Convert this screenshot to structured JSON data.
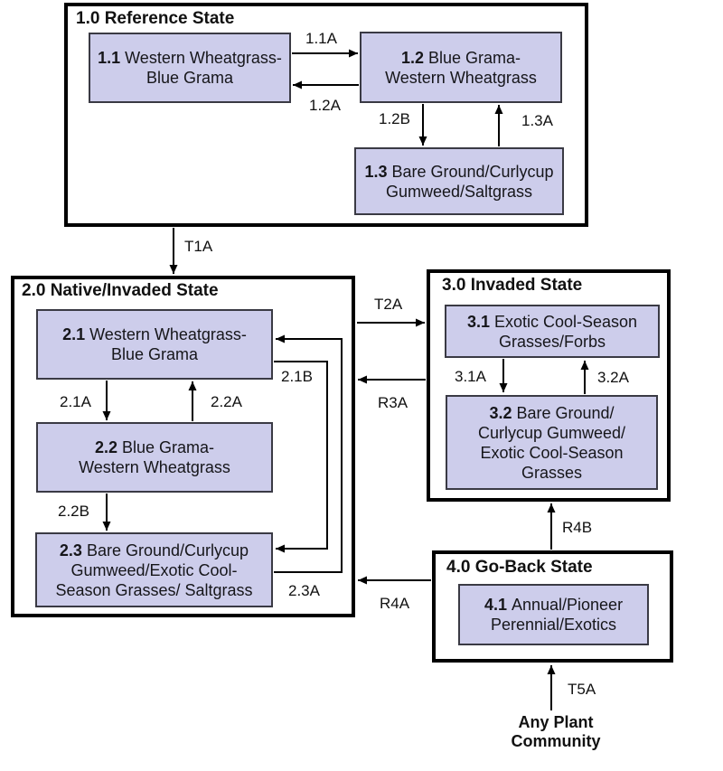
{
  "colors": {
    "community_fill": "#cdcdeb",
    "line": "#000000"
  },
  "states": [
    {
      "title": "1.0 Reference State"
    },
    {
      "title": "2.0 Native/Invaded State"
    },
    {
      "title": "3.0 Invaded State"
    },
    {
      "title": "4.0 Go-Back State"
    }
  ],
  "communities": {
    "c11": {
      "code": "1.1",
      "name": "Western Wheatgrass-\nBlue Grama"
    },
    "c12": {
      "code": "1.2",
      "name": "Blue Grama-\nWestern Wheatgrass"
    },
    "c13": {
      "code": "1.3",
      "name": "Bare Ground/Curlycup\nGumweed/Saltgrass"
    },
    "c21": {
      "code": "2.1",
      "name": "Western Wheatgrass-\nBlue Grama"
    },
    "c22": {
      "code": "2.2",
      "name": "Blue Grama-\nWestern Wheatgrass"
    },
    "c23": {
      "code": "2.3",
      "name": "Bare Ground/Curlycup\nGumweed/Exotic Cool-\nSeason Grasses/ Saltgrass"
    },
    "c31": {
      "code": "3.1",
      "name": "Exotic Cool-Season\nGrasses/Forbs"
    },
    "c32": {
      "code": "3.2",
      "name": "Bare Ground/\nCurlycup Gumweed/\nExotic Cool-Season\nGrasses"
    },
    "c41": {
      "code": "4.1",
      "name": "Annual/Pioneer\nPerennial/Exotics"
    }
  },
  "transitions": {
    "a11": "1.1A",
    "a12": "1.2A",
    "b12": "1.2B",
    "a13": "1.3A",
    "t1a": "T1A",
    "a21": "2.1A",
    "a22": "2.2A",
    "b21": "2.1B",
    "b22": "2.2B",
    "a23": "2.3A",
    "t2a": "T2A",
    "r3a": "R3A",
    "a31": "3.1A",
    "a32": "3.2A",
    "r4b": "R4B",
    "r4a": "R4A",
    "t5a": "T5A"
  },
  "footer": {
    "any_plant_community": "Any Plant\nCommunity"
  }
}
